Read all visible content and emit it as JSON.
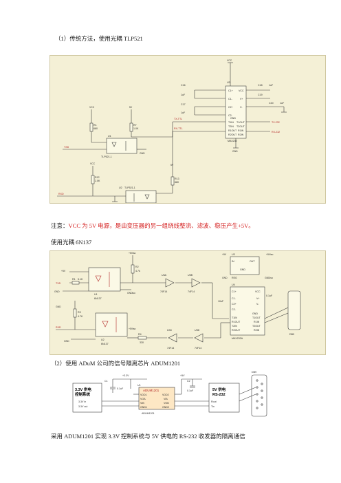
{
  "captions": {
    "method1": "（1）传统方法，使用光耦 TLP521",
    "note_lead": "注意：",
    "note_body": "VCC 为 5V 电源，是由变压器的另一组绕线整流、滤波、稳压产生+5V。",
    "method1b": "使用光耦 6N137",
    "method2": "（2）使用 ADuM 公司的信号隔离芯片 ADUM1201",
    "footer": "采用 ADUM1201 实现 3.3V 控制系统与 5V 供电的 RS-232 收发器的隔离通信"
  },
  "fig1": {
    "r1": "R1",
    "r1v": "680",
    "r7": "R7",
    "r7v": "1.0K",
    "r12": "R12",
    "r12v": "2.0K",
    "r13": "R13",
    "r13v": "680",
    "u1": "U1",
    "u1p": "TLP521-1",
    "u2": "U2",
    "u2p": "TLP521-1",
    "txd": "TXD",
    "rxd": "RXD",
    "vcc": "VCC",
    "gnd": "GND",
    "vcc5": "5V",
    "u3": "U3",
    "u3p": "MAX232",
    "c1": "C1+",
    "c1m": "C1-",
    "c2": "C2+",
    "c2m": "C2-",
    "t1in": "T1IN",
    "t2in": "T2IN",
    "r1out": "R1OUT",
    "r2out": "R2OUT",
    "t1out": "T1OUT",
    "t2out": "T2OUT",
    "r1in": "R1IN",
    "r2in": "R2IN",
    "v_plus": "V+",
    "v_minus": "V-",
    "pin_gnd": "GND",
    "pin_vcc": "VCC",
    "ttl_tx": "TX-TTL",
    "ttl_rx": "RX-TTL",
    "rs_tx": "TX-232",
    "rs_rx": "RX-232",
    "cap": "1uF",
    "cap_a": "C16",
    "cap_b": "C17",
    "cap_c": "C18",
    "cap_d": "C19",
    "cap_e": "C20"
  },
  "fig2": {
    "r1": "R1",
    "r1v": "5.1K",
    "r2": "R2",
    "r2v": "4.7k",
    "r3": "R3",
    "r3v": "4.7K",
    "r4": "R4",
    "r4v": "330",
    "u1": "U1",
    "u1p": "6N137",
    "u2": "U2",
    "u2p": "6N137",
    "u3": "U3",
    "u3p": "REG",
    "u4": "U4",
    "u4p": "MAX232A",
    "txd": "TXD",
    "rxd": "RXD",
    "gnd": "GND",
    "gnd_iso": "GNDiso",
    "vcc5": "+5V",
    "vcc_iso": "+5Viso",
    "inv": "74F14",
    "u3a": "U3A",
    "u3b": "U3B",
    "u3c": "U3C",
    "u3d": "U3D",
    "pin_vin": "IN",
    "pin_vout": "OUT",
    "pin_g": "GND",
    "c1p": "C1+",
    "c1m": "C1-",
    "c2p": "C2+",
    "c2m": "C2-",
    "pvcc": "VCC",
    "t1in": "T1IN",
    "t1out": "T1OUT",
    "r1out": "R1OUT",
    "r1in": "R1IN",
    "t2in": "T2IN",
    "t2out": "T2OUT",
    "r2out": "R2OUT",
    "r2in": "R2IN",
    "pgnd": "GND",
    "v_plus": "V+",
    "v_minus": "V-",
    "cap": "10uF",
    "cap_b": "0.1uF",
    "dsub": "DB9"
  },
  "fig3": {
    "left_title_1": "3.3V 供电",
    "left_title_2": "控制系统",
    "left_pin_1": "3.3V in",
    "left_pin_2": "3.3V out",
    "v33": "+3.3V",
    "v5": "+5V",
    "c1": "C1",
    "c1v": "0.1uF",
    "c2": "C2",
    "c2v": "0.1uF",
    "u1": "U1",
    "chip": "ADUM1201",
    "chip_bottom": "ADUM1201",
    "pins_left": [
      "VDD1",
      "VOA",
      "VIB",
      "GND1"
    ],
    "pins_right": [
      "VDD2",
      "VIA",
      "VOB",
      "GND2"
    ],
    "right_title_1": "5V 供电",
    "right_title_2": "RS-232",
    "right_pin_1": "Rout",
    "right_pin_2": "Tin",
    "db9": "DB9"
  }
}
